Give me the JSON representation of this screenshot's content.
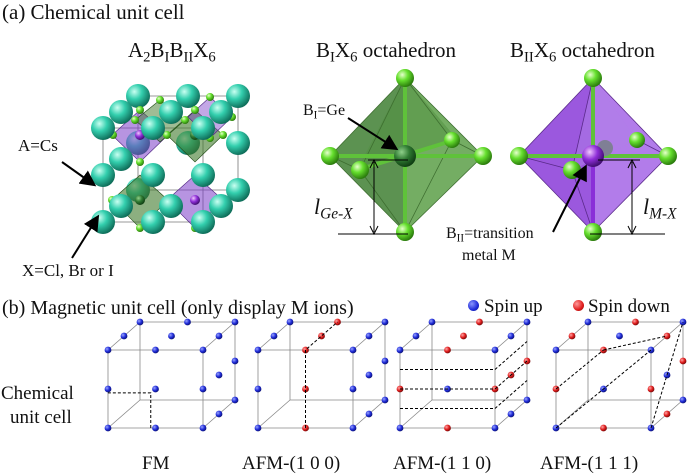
{
  "part_a": {
    "title": "(a) Chemical unit cell",
    "cell_formula": {
      "base": [
        "A",
        "B",
        "B",
        "X"
      ],
      "subs": [
        "2",
        "I",
        "II",
        "6"
      ]
    },
    "oct1_title": {
      "b": "B",
      "bsub": "I",
      "x": "X",
      "xsub": "6",
      "rest": " octahedron"
    },
    "oct2_title": {
      "b": "B",
      "bsub": "II",
      "x": "X",
      "xsub": "6",
      "rest": " octahedron"
    },
    "a_label": "A=Cs",
    "x_label": "X=Cl, Br or I",
    "bi_label": {
      "b": "B",
      "sub": "I",
      "rest": "=Ge"
    },
    "bii_label": {
      "b": "B",
      "sub": "II",
      "rest": "=transition",
      "line2": "metal M"
    },
    "len1": {
      "l": "l",
      "sub": "Ge-X"
    },
    "len2": {
      "l": "l",
      "sub": "M-X"
    }
  },
  "part_b": {
    "title": "(b) Magnetic unit cell (only display M ions)",
    "legend_up": "Spin up",
    "legend_down": "Spin down",
    "chem_label_line1": "Chemical",
    "chem_label_line2": "unit cell",
    "configs": [
      "FM",
      "AFM-(1 0 0)",
      "AFM-(1 1 0)",
      "AFM-(1 1 1)"
    ]
  },
  "colors": {
    "cs": "#2fc9a6",
    "x": "#6ee63a",
    "ge_oct": "#4a8f3a",
    "m_oct": "#8b3fd6",
    "spin_up": "#1f2bd8",
    "spin_down": "#e01c1c"
  }
}
